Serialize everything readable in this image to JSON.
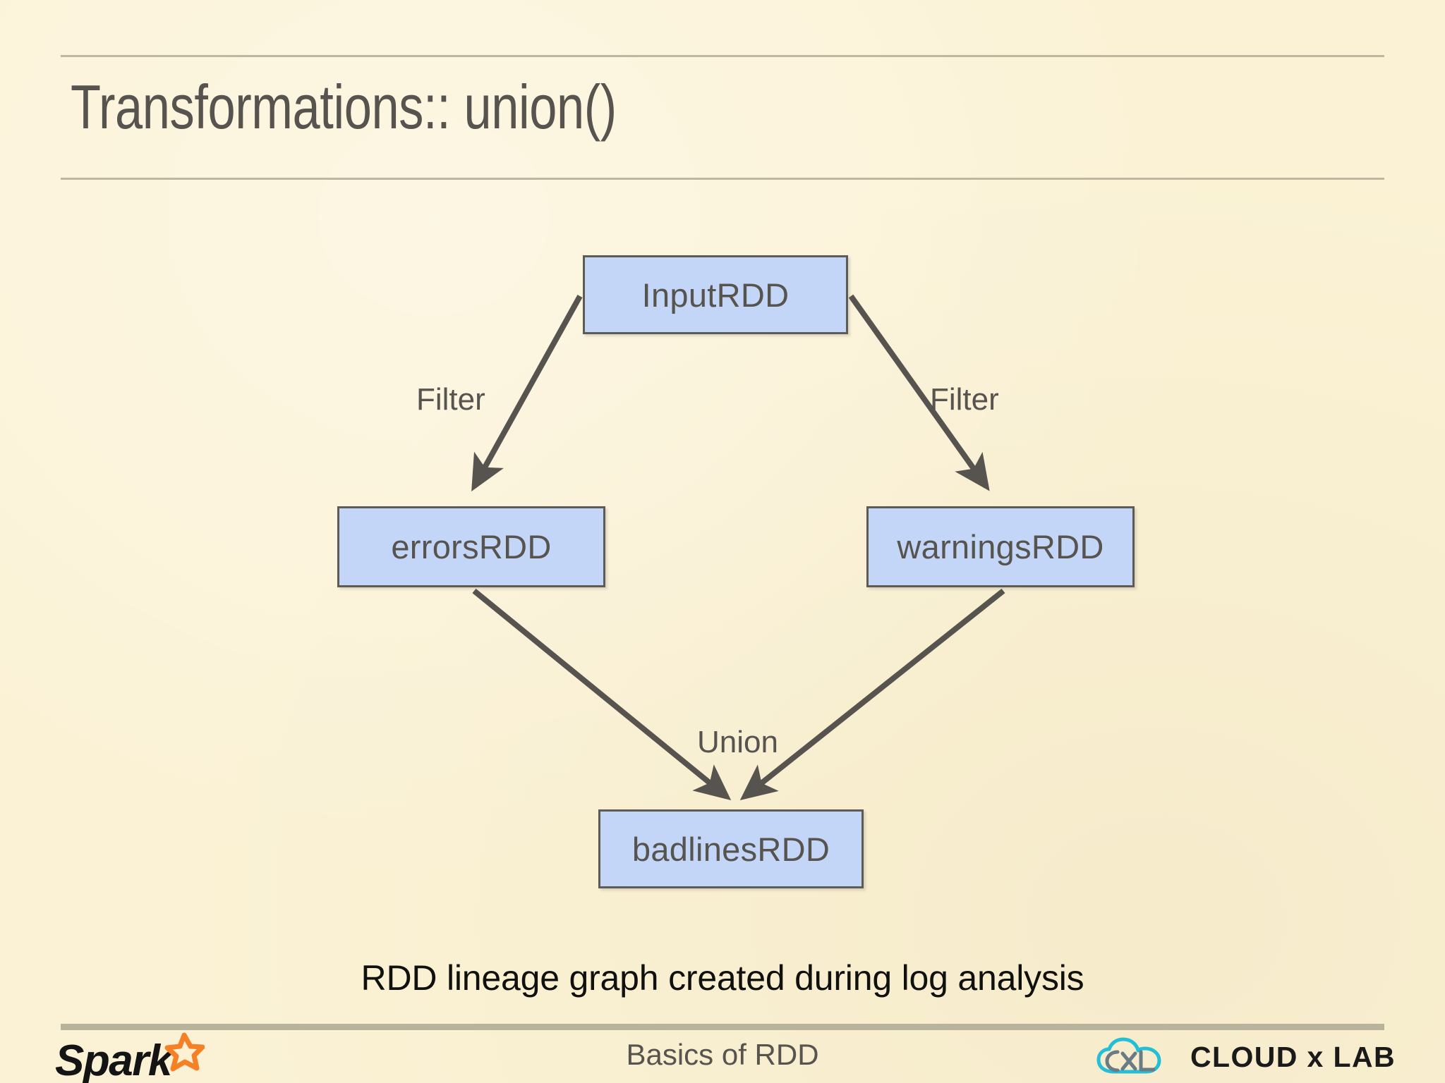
{
  "slide": {
    "title": "Transformations:: union()",
    "caption": "RDD lineage graph created during log analysis",
    "background_color": "#fbf2d5",
    "title_color": "#57544f",
    "rule_color": "#bdb7a0"
  },
  "diagram": {
    "type": "flowchart",
    "node_fill": "#c3d6f7",
    "node_border": "#5e5b55",
    "arrow_color": "#57544f",
    "nodes": [
      {
        "id": "input",
        "label": "InputRDD"
      },
      {
        "id": "errors",
        "label": "errorsRDD"
      },
      {
        "id": "warnings",
        "label": "warningsRDD"
      },
      {
        "id": "badlines",
        "label": "badlinesRDD"
      }
    ],
    "edges": [
      {
        "from": "input",
        "to": "errors",
        "label": "Filter"
      },
      {
        "from": "input",
        "to": "warnings",
        "label": "Filter"
      },
      {
        "from": "errors",
        "to": "badlines",
        "label": "Union"
      },
      {
        "from": "warnings",
        "to": "badlines",
        "label": "Union"
      }
    ]
  },
  "footer": {
    "center_text": "Basics of RDD",
    "spark_logo_text": "Spark",
    "cxl_logo_text": "CLOUD x LAB",
    "cxl_mark_letters": "CXL",
    "spark_star_color": "#f58025",
    "cxl_cloud_color": "#24bfd6"
  }
}
